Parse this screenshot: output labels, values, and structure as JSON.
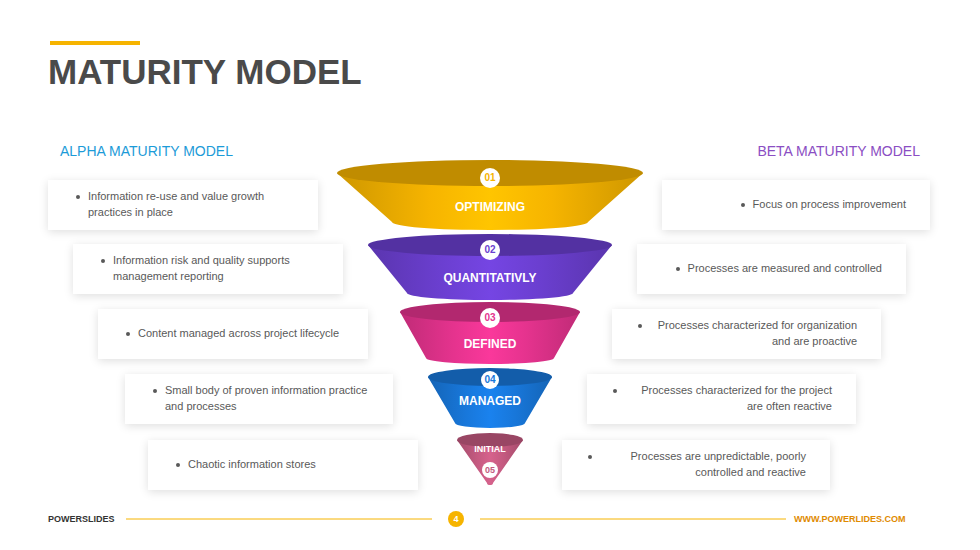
{
  "diagram": {
    "title": "MATURITY MODEL",
    "nodes": [
      {
        "text": [
          "Information re-use and value growth practices in place"
        ]
      },
      {
        "text": [
          "01",
          "OPTIMIZING"
        ]
      },
      {
        "text": [
          "Focus on process improvement"
        ]
      },
      {
        "text": [
          "Information risk and quality supports management reporting"
        ]
      },
      {
        "text": [
          "02",
          "QUANTITATIVLY"
        ]
      },
      {
        "text": [
          "Processes are measured and controlled"
        ]
      },
      {
        "text": [
          "Content managed across project lifecycle"
        ]
      },
      {
        "text": [
          "03",
          "DEFINED"
        ]
      },
      {
        "text": [
          "Processes characterized for organization and are proactive"
        ]
      },
      {
        "text": [
          "Small body of proven information practice and processes"
        ]
      },
      {
        "text": [
          "04",
          "MANAGED"
        ]
      },
      {
        "text": [
          "Processes characterized for the project are often reactive"
        ]
      },
      {
        "text": [
          "Chaotic information stores"
        ]
      },
      {
        "text": [
          "INITIAL",
          "05"
        ]
      },
      {
        "text": [
          "Processes are unpredictable, poorly controlled and reactive"
        ]
      }
    ],
    "labels": [
      "ALPHA MATURITY MODEL",
      "BETA MATURITY MODEL",
      "POWERSLIDES",
      "4",
      "WWW.POWERLIDES.COM"
    ]
  }
}
